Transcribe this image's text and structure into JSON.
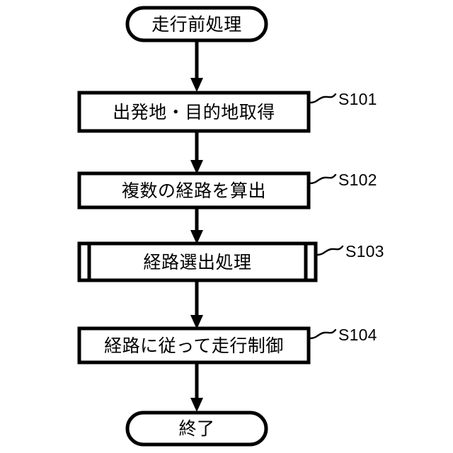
{
  "diagram": {
    "type": "flowchart",
    "title": "",
    "language": "ja",
    "nodes": [
      {
        "id": "start",
        "shape": "terminator",
        "text": "走行前処理",
        "step_label": ""
      },
      {
        "id": "s101",
        "shape": "process",
        "text": "出発地・目的地取得",
        "step_label": "S101"
      },
      {
        "id": "s102",
        "shape": "process",
        "text": "複数の経路を算出",
        "step_label": "S102"
      },
      {
        "id": "s103",
        "shape": "predefined-process",
        "text": "経路選出処理",
        "step_label": "S103"
      },
      {
        "id": "s104",
        "shape": "process",
        "text": "経路に従って走行制御",
        "step_label": "S104"
      },
      {
        "id": "end",
        "shape": "terminator",
        "text": "終了",
        "step_label": ""
      }
    ],
    "connectors": [
      {
        "from": "start",
        "to": "s101",
        "arrow": "down"
      },
      {
        "from": "s101",
        "to": "s102",
        "arrow": "down"
      },
      {
        "from": "s102",
        "to": "s103",
        "arrow": "down"
      },
      {
        "from": "s103",
        "to": "s104",
        "arrow": "down"
      },
      {
        "from": "s104",
        "to": "end",
        "arrow": "down"
      }
    ],
    "colors": {
      "stroke": "#000000",
      "fill": "#ffffff",
      "text": "#000000",
      "background": "#ffffff"
    }
  }
}
